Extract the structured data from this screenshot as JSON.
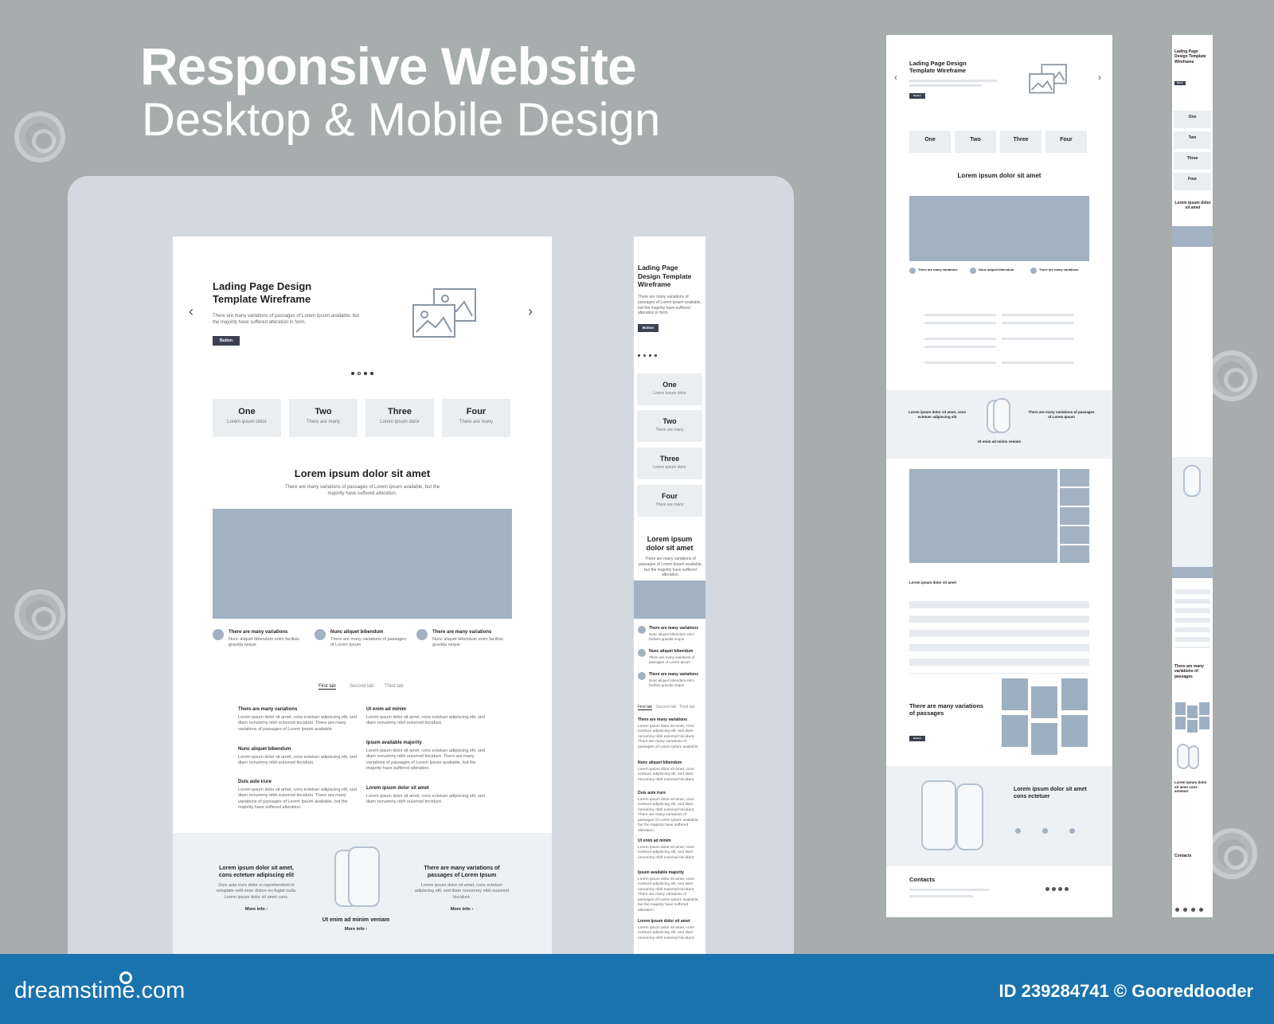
{
  "header": {
    "title": "Responsive Website",
    "subtitle": "Desktop & Mobile Design"
  },
  "desktop": {
    "hero_title": "Lading Page Design Template Wireframe",
    "hero_text": "There are many variations of passages of Lorem Ipsum available, but the majority have suffered alteration in form.",
    "button": "Button",
    "cards": [
      {
        "title": "One",
        "text": "Lorem ipsum dolor"
      },
      {
        "title": "Two",
        "text": "There are many"
      },
      {
        "title": "Three",
        "text": "Lorem ipsum dolor"
      },
      {
        "title": "Four",
        "text": "There are many"
      }
    ],
    "section_title": "Lorem ipsum dolor sit amet",
    "section_text": "There are many variations of passages of Lorem Ipsum available, but the majority have suffered alteration.",
    "features": [
      {
        "title": "There are many variations",
        "text": "Nunc aliquet bibendum enim facilisis gravida neque"
      },
      {
        "title": "Nunc aliquet bibendum",
        "text": "There are many variations of passages of Lorem Ipsum"
      },
      {
        "title": "There are many variations",
        "text": "Nunc aliquet bibendum enim facilisis gravida neque"
      }
    ],
    "tabs": [
      "First tab",
      "Second tab",
      "Third tab"
    ],
    "content": [
      {
        "title": "There are many variations",
        "text": "Lorem ipsum dolor sit amet, cons ectetuer adipiscing elit, sed diam nonummy nibh euismod tincidunt. There are many variations of passages of Lorem Ipsum available."
      },
      {
        "title": "Ut enim ad minim",
        "text": "Lorem ipsum dolor sit amet, cons ectetuer adipiscing elit, sed diam nonummy nibh euismod tincidunt."
      },
      {
        "title": "Nunc aliquet bibendum",
        "text": "Lorem ipsum dolor sit amet, cons ectetuer adipiscing elit, sed diam nonummy nibh euismod tincidunt."
      },
      {
        "title": "Ipsum available majority",
        "text": "Lorem ipsum dolor sit amet, cons ectetuer adipiscing elit, sed diam nonummy nibh euismod tincidunt. There are many variations of passages of Lorem Ipsum available, but the majority have suffered alteration."
      },
      {
        "title": "Duis aute irure",
        "text": "Lorem ipsum dolor sit amet, cons ectetuer adipiscing elit, sed diam nonummy nibh euismod tincidunt. There are many variations of passages of Lorem Ipsum available, but the majority have suffered alteration."
      },
      {
        "title": "Lorem ipsum dolor sit amet",
        "text": "Lorem ipsum dolor sit amet, cons ectetuer adipiscing elit, sed diam nonummy nibh euismod tincidunt."
      }
    ],
    "promo_left_title": "Lorem ipsum dolor sit amet, cons ectetuer adipiscing elit",
    "promo_left_text": "Duis aute irure dolor in reprehenderit in voluptate velit esse dolore eu fugiat nulla. Lorem ipsum dolor sit amet cons.",
    "promo_center_title": "Ut enim ad minim veniam",
    "promo_right_title": "There are many variations of passages of Lorem Ipsum",
    "promo_right_text": "Lorem ipsum dolor sit amet, cons ectetuer adipiscing elit, sed diam nonummy nibh euismod tincidunt.",
    "more_info": "More info ›"
  },
  "mobile": {
    "hero_title": "Lading Page Design Template Wireframe",
    "hero_text": "There are many variations of passages of Lorem Ipsum available, but the majority have suffered alteration in form.",
    "button": "Button",
    "cards": [
      {
        "title": "One",
        "text": "Lorem ipsum dolor"
      },
      {
        "title": "Two",
        "text": "There are many"
      },
      {
        "title": "Three",
        "text": "Lorem ipsum dolor"
      },
      {
        "title": "Four",
        "text": "There are many"
      }
    ],
    "section_title": "Lorem ipsum dolor sit amet",
    "section_text": "There are many variations of passages of Lorem Ipsum available, but the majority have suffered alteration.",
    "features": [
      "There are many variations",
      "Nunc aliquet bibendum",
      "There are many variations"
    ],
    "feature_texts": [
      "Nunc aliquet bibendum enim facilisis gravida neque",
      "There are many variations of passages of Lorem Ipsum",
      "Nunc aliquet bibendum enim facilisis gravida neque"
    ],
    "tabs": [
      "First tab",
      "Second tab",
      "Third tab"
    ],
    "content": [
      {
        "title": "There are many variations",
        "text": "Lorem ipsum dolor sit amet, cons ectetuer adipiscing elit, sed diam nonummy nibh euismod tincidunt. There are many variations of passages of Lorem Ipsum available."
      },
      {
        "title": "Nunc aliquet bibendum",
        "text": "Lorem ipsum dolor sit amet, cons ectetuer adipiscing elit, sed diam nonummy nibh euismod tincidunt."
      },
      {
        "title": "Duis aute irure",
        "text": "Lorem ipsum dolor sit amet, cons ectetuer adipiscing elit, sed diam nonummy nibh euismod tincidunt. There are many variations of passages of Lorem Ipsum available, but the majority have suffered alteration."
      },
      {
        "title": "Ut enim ad minim",
        "text": "Lorem ipsum dolor sit amet, cons ectetuer adipiscing elit, sed diam nonummy nibh euismod tincidunt."
      },
      {
        "title": "Ipsum available majority",
        "text": "Lorem ipsum dolor sit amet, cons ectetuer adipiscing elit, sed diam nonummy nibh euismod tincidunt. There are many variations of passages of Lorem Ipsum available, but the majority have suffered alteration."
      },
      {
        "title": "Lorem ipsum dolor sit amet",
        "text": "Lorem ipsum dolor sit amet, cons ectetuer adipiscing elit, sed diam nonummy nibh euismod tincidunt."
      }
    ]
  },
  "preview": {
    "hero_title": "Lading Page Design Template Wireframe",
    "button": "Button",
    "cards": [
      "One",
      "Two",
      "Three",
      "Four"
    ],
    "section_title": "Lorem ipsum dolor sit amet",
    "features": [
      "There are many variations",
      "Nunc aliquet bibendum",
      "There are many variations"
    ],
    "promo_left": "Lorem ipsum dolor sit amet, cons ectetuer adipiscing elit",
    "promo_right": "There are many variations of passages of Lorem Ipsum",
    "promo_center": "Ut enim ad minim veniam",
    "table_title": "Lorem ipsum dolor sit amet",
    "gallery_title": "There are many variations of passages",
    "app_title": "Lorem ipsum dolor sit amet cons ectetuer",
    "contacts": "Contacts"
  },
  "thin": {
    "hero_title": "Lading Page Design Template Wireframe",
    "cards": [
      "One",
      "Two",
      "Three",
      "Four"
    ],
    "section_title": "Lorem ipsum dolor sit amet",
    "gallery_title": "There are many variations of passages",
    "app_title": "Lorem ipsum dolor sit amet cons ectetuer",
    "contacts": "Contacts"
  },
  "footer": {
    "brand": "dreamstime.com",
    "id": "ID 239284741 © Gooreddooder"
  },
  "colors": {
    "background": "#a7acad",
    "frame": "#d3d9df",
    "placeholder": "#a2b2c3",
    "footer": "#1b73ad"
  }
}
